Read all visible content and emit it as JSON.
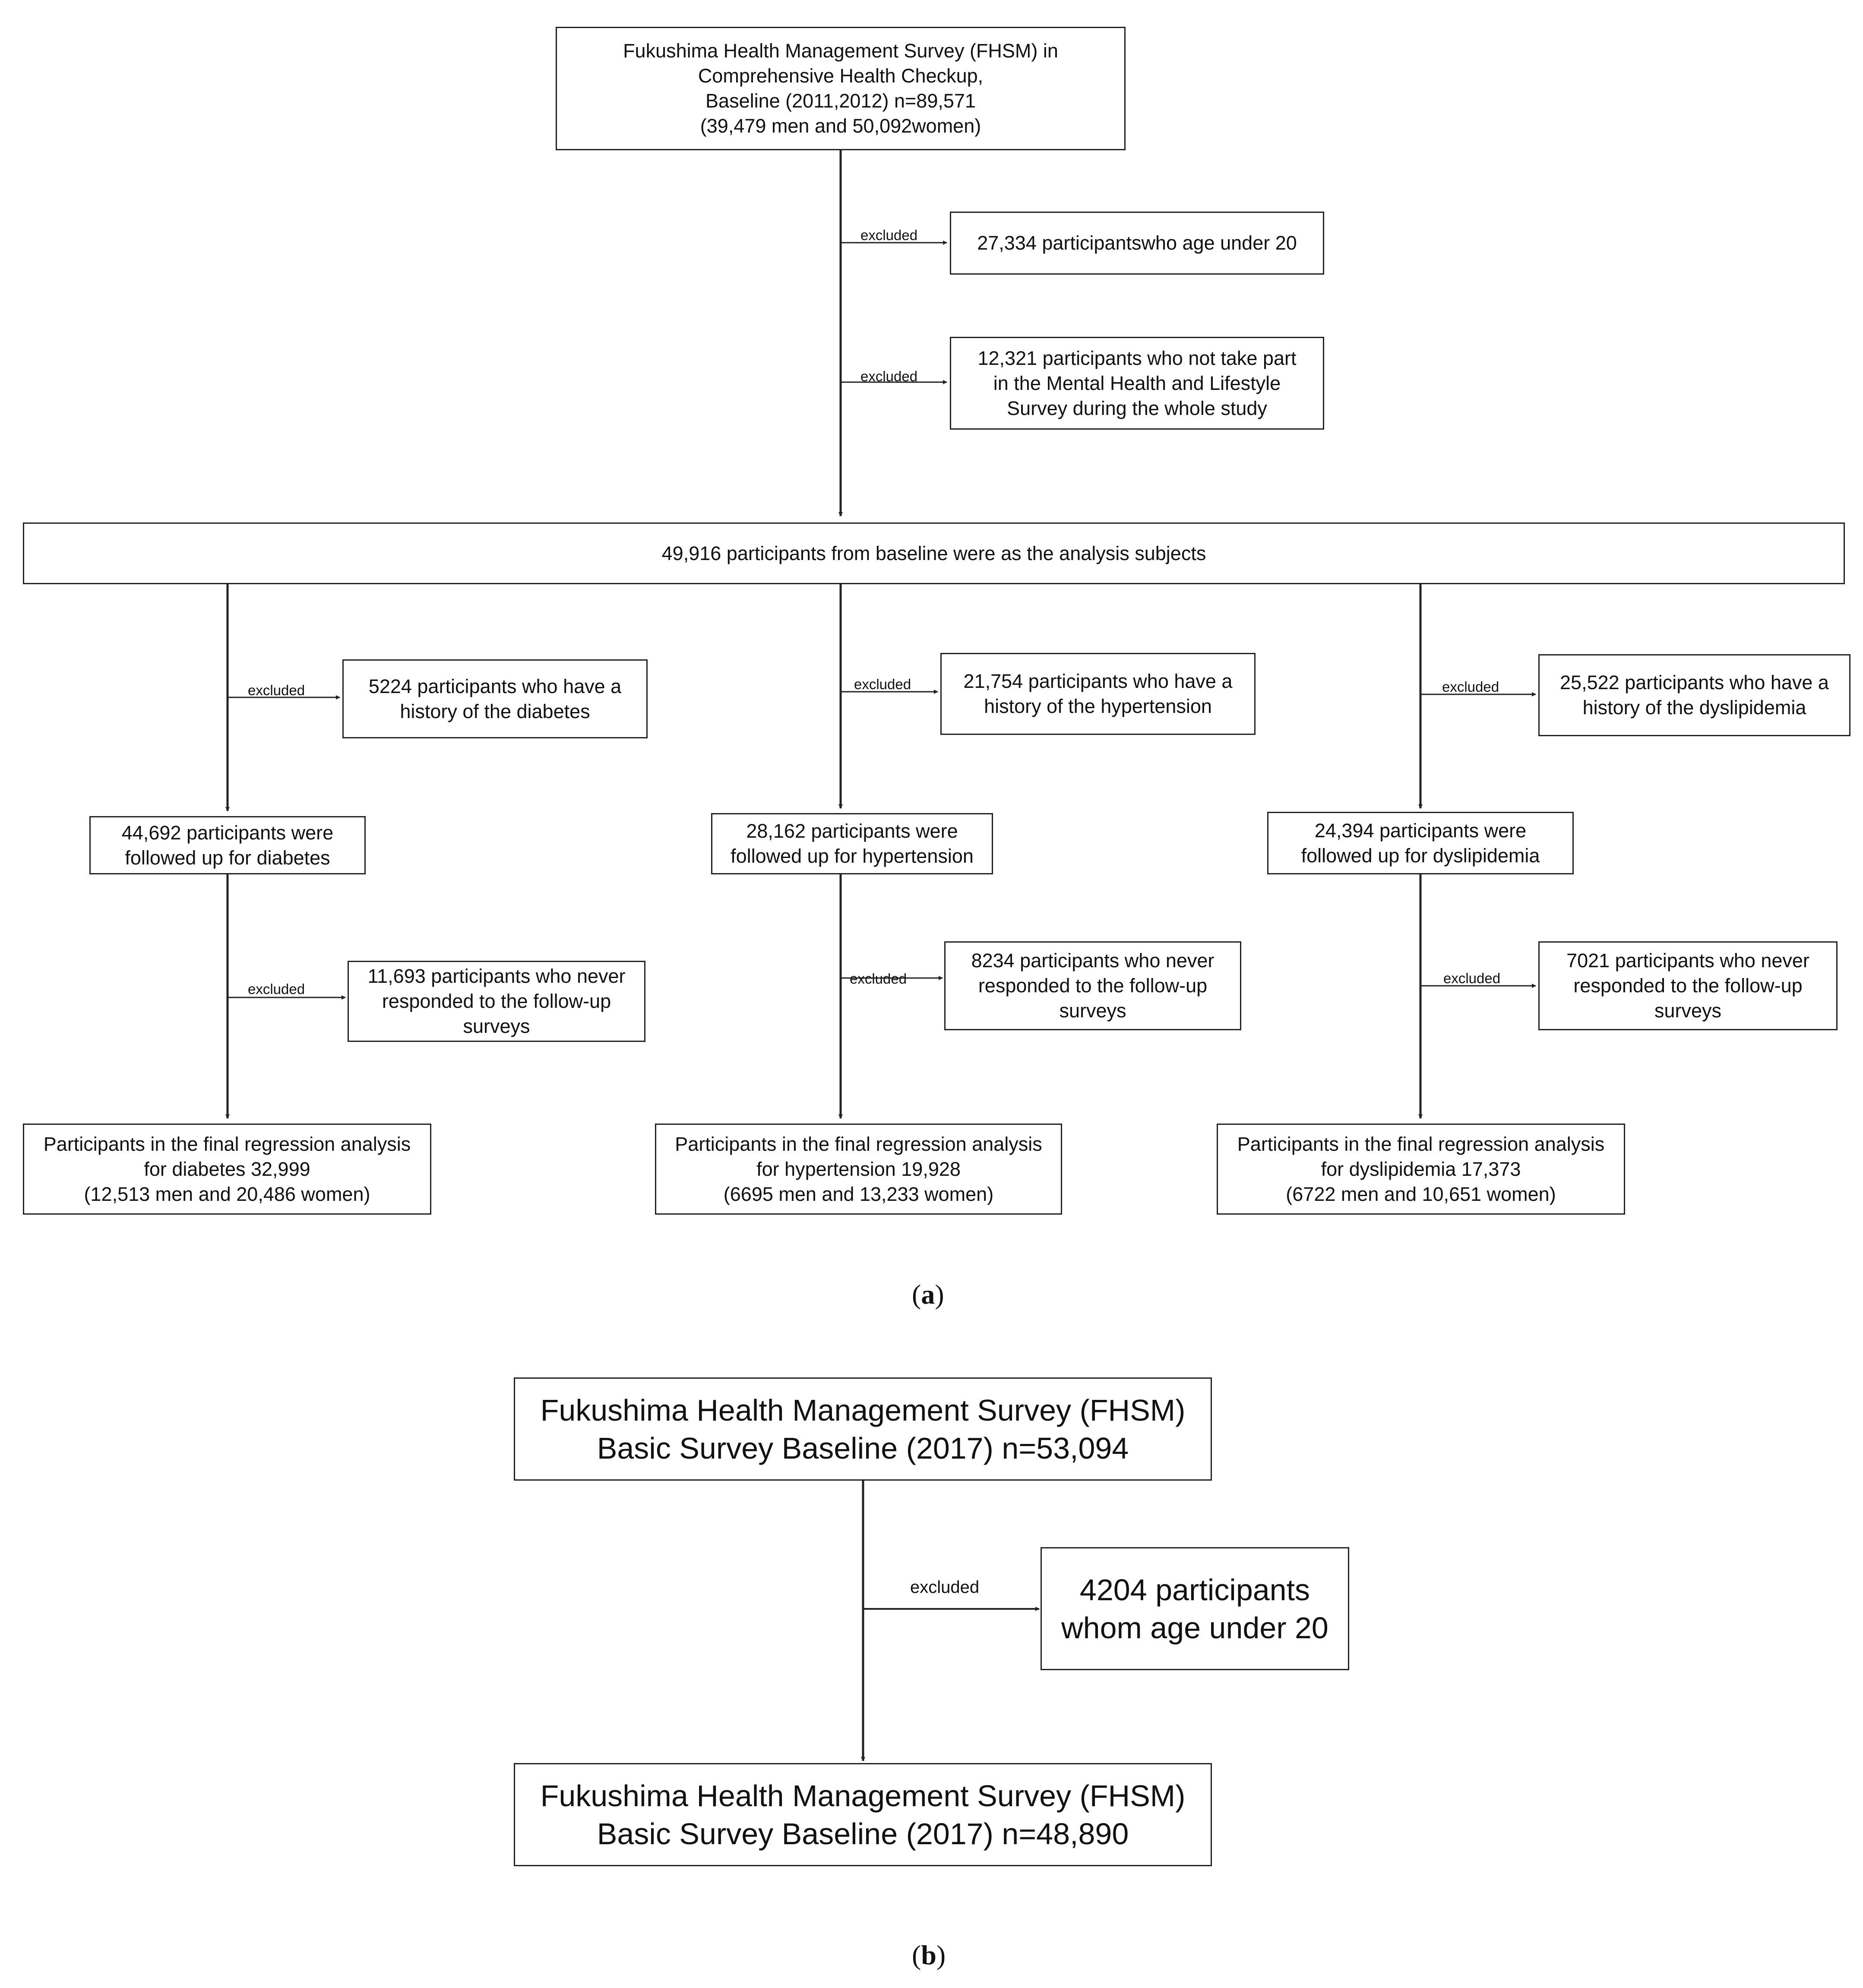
{
  "panel_a": {
    "label_open": "(",
    "label_letter": "a",
    "label_close": ")",
    "top": {
      "l1": "Fukushima Health Management Survey (FHSM) in",
      "l2": "Comprehensive Health Checkup,",
      "l3": "Baseline (2011,2012) n=89,571",
      "l4": "(39,479 men and 50,092women)"
    },
    "excl_age": "27,334 participantswho age under 20",
    "excl_mental": {
      "l1": "12,321 participants who not take part",
      "l2": "in the Mental Health and Lifestyle",
      "l3": "Survey during the whole study"
    },
    "analysis": "49,916 participants  from baseline were as the analysis subjects",
    "excluded_label": "excluded",
    "diabetes": {
      "history": {
        "l1": "5224 participants who have a",
        "l2": "history of the diabetes"
      },
      "followed": {
        "l1": "44,692 participants were",
        "l2": "followed up for diabetes"
      },
      "never": {
        "l1": "11,693 participants who never",
        "l2": "responded to the follow-up",
        "l3": "surveys"
      },
      "final": {
        "l1": "Participants in the final regression analysis",
        "l2": "for diabetes 32,999",
        "l3": "(12,513 men and 20,486 women)"
      }
    },
    "hypertension": {
      "history": {
        "l1": "21,754 participants who have a",
        "l2": "history of the hypertension"
      },
      "followed": {
        "l1": "28,162 participants were",
        "l2": "followed up for hypertension"
      },
      "never": {
        "l1": "8234 participants who never",
        "l2": "responded to the follow-up",
        "l3": "surveys"
      },
      "final": {
        "l1": "Participants in the final regression analysis",
        "l2": "for hypertension 19,928",
        "l3": "(6695 men and 13,233 women)"
      }
    },
    "dyslipidemia": {
      "history": {
        "l1": "25,522 participants who have a",
        "l2": "history of the dyslipidemia"
      },
      "followed": {
        "l1": "24,394 participants were",
        "l2": "followed up for dyslipidemia"
      },
      "never": {
        "l1": "7021 participants who never",
        "l2": "responded to the follow-up",
        "l3": "surveys"
      },
      "final": {
        "l1": "Participants in the final regression analysis",
        "l2": "for dyslipidemia 17,373",
        "l3": "(6722 men and 10,651 women)"
      }
    }
  },
  "panel_b": {
    "label_open": "(",
    "label_letter": "b",
    "label_close": ")",
    "top": {
      "l1": "Fukushima Health Management Survey (FHSM)",
      "l2": "Basic Survey Baseline (2017) n=53,094"
    },
    "excluded_label": "excluded",
    "excl": {
      "l1": "4204 participants",
      "l2": "whom age under 20"
    },
    "bottom": {
      "l1": "Fukushima Health Management Survey (FHSM)",
      "l2": "Basic Survey Baseline (2017) n=48,890"
    }
  },
  "colors": {
    "line": "#222222",
    "text": "#111111",
    "background": "#ffffff"
  }
}
